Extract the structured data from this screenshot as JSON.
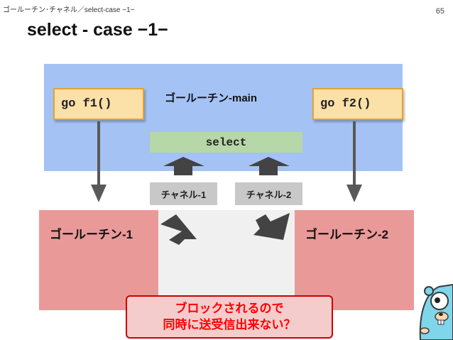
{
  "header": {
    "breadcrumb": "ゴールーチン･チャネル／select-case −1−",
    "page_number": "65"
  },
  "slide": {
    "title": "select - case −1−"
  },
  "diagram": {
    "main_label": "ゴールーチン-main",
    "note_f1": "go f1()",
    "note_f2": "go f2()",
    "select_label": "select",
    "channel_1": "チャネル-1",
    "channel_2": "チャネル-2",
    "goroutine_1": "ゴールーチン-1",
    "goroutine_2": "ゴールーチン-2",
    "blocked_line1": "ブロックされるので",
    "blocked_line2": "同時に送受信出来ない？"
  },
  "colors": {
    "main_box": "#a4c2f4",
    "note_fill": "#fbe0a8",
    "select_box": "#b6d7a8",
    "channel_box": "#c8c8c8",
    "goroutine_box": "#ea9999",
    "warning_text": "#ff0000",
    "arrow": "#434343",
    "gopher": "#7fd5ea"
  }
}
